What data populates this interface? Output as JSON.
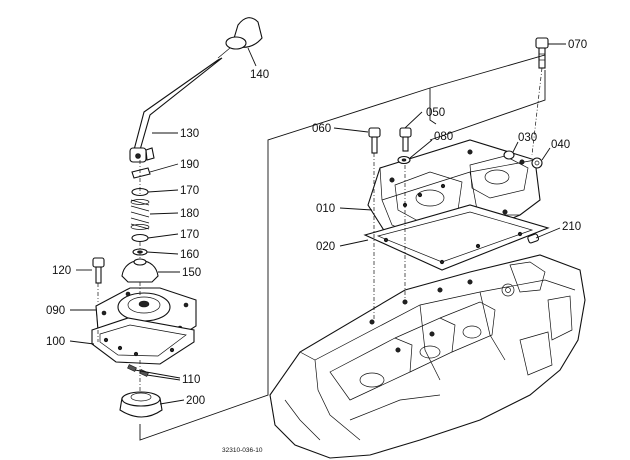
{
  "parts": [
    {
      "id": "p070",
      "label": "070"
    },
    {
      "id": "p140",
      "label": "140"
    },
    {
      "id": "p050",
      "label": "050"
    },
    {
      "id": "p060",
      "label": "060"
    },
    {
      "id": "p080",
      "label": "080"
    },
    {
      "id": "p030",
      "label": "030"
    },
    {
      "id": "p040",
      "label": "040"
    },
    {
      "id": "p130",
      "label": "130"
    },
    {
      "id": "p190",
      "label": "190"
    },
    {
      "id": "p170a",
      "label": "170"
    },
    {
      "id": "p180",
      "label": "180"
    },
    {
      "id": "p170b",
      "label": "170"
    },
    {
      "id": "p160",
      "label": "160"
    },
    {
      "id": "p010",
      "label": "010"
    },
    {
      "id": "p020",
      "label": "020"
    },
    {
      "id": "p210",
      "label": "210"
    },
    {
      "id": "p120",
      "label": "120"
    },
    {
      "id": "p150",
      "label": "150"
    },
    {
      "id": "p090",
      "label": "090"
    },
    {
      "id": "p100",
      "label": "100"
    },
    {
      "id": "p110",
      "label": "110"
    },
    {
      "id": "p200",
      "label": "200"
    }
  ],
  "reference_code": "32310-036-10"
}
